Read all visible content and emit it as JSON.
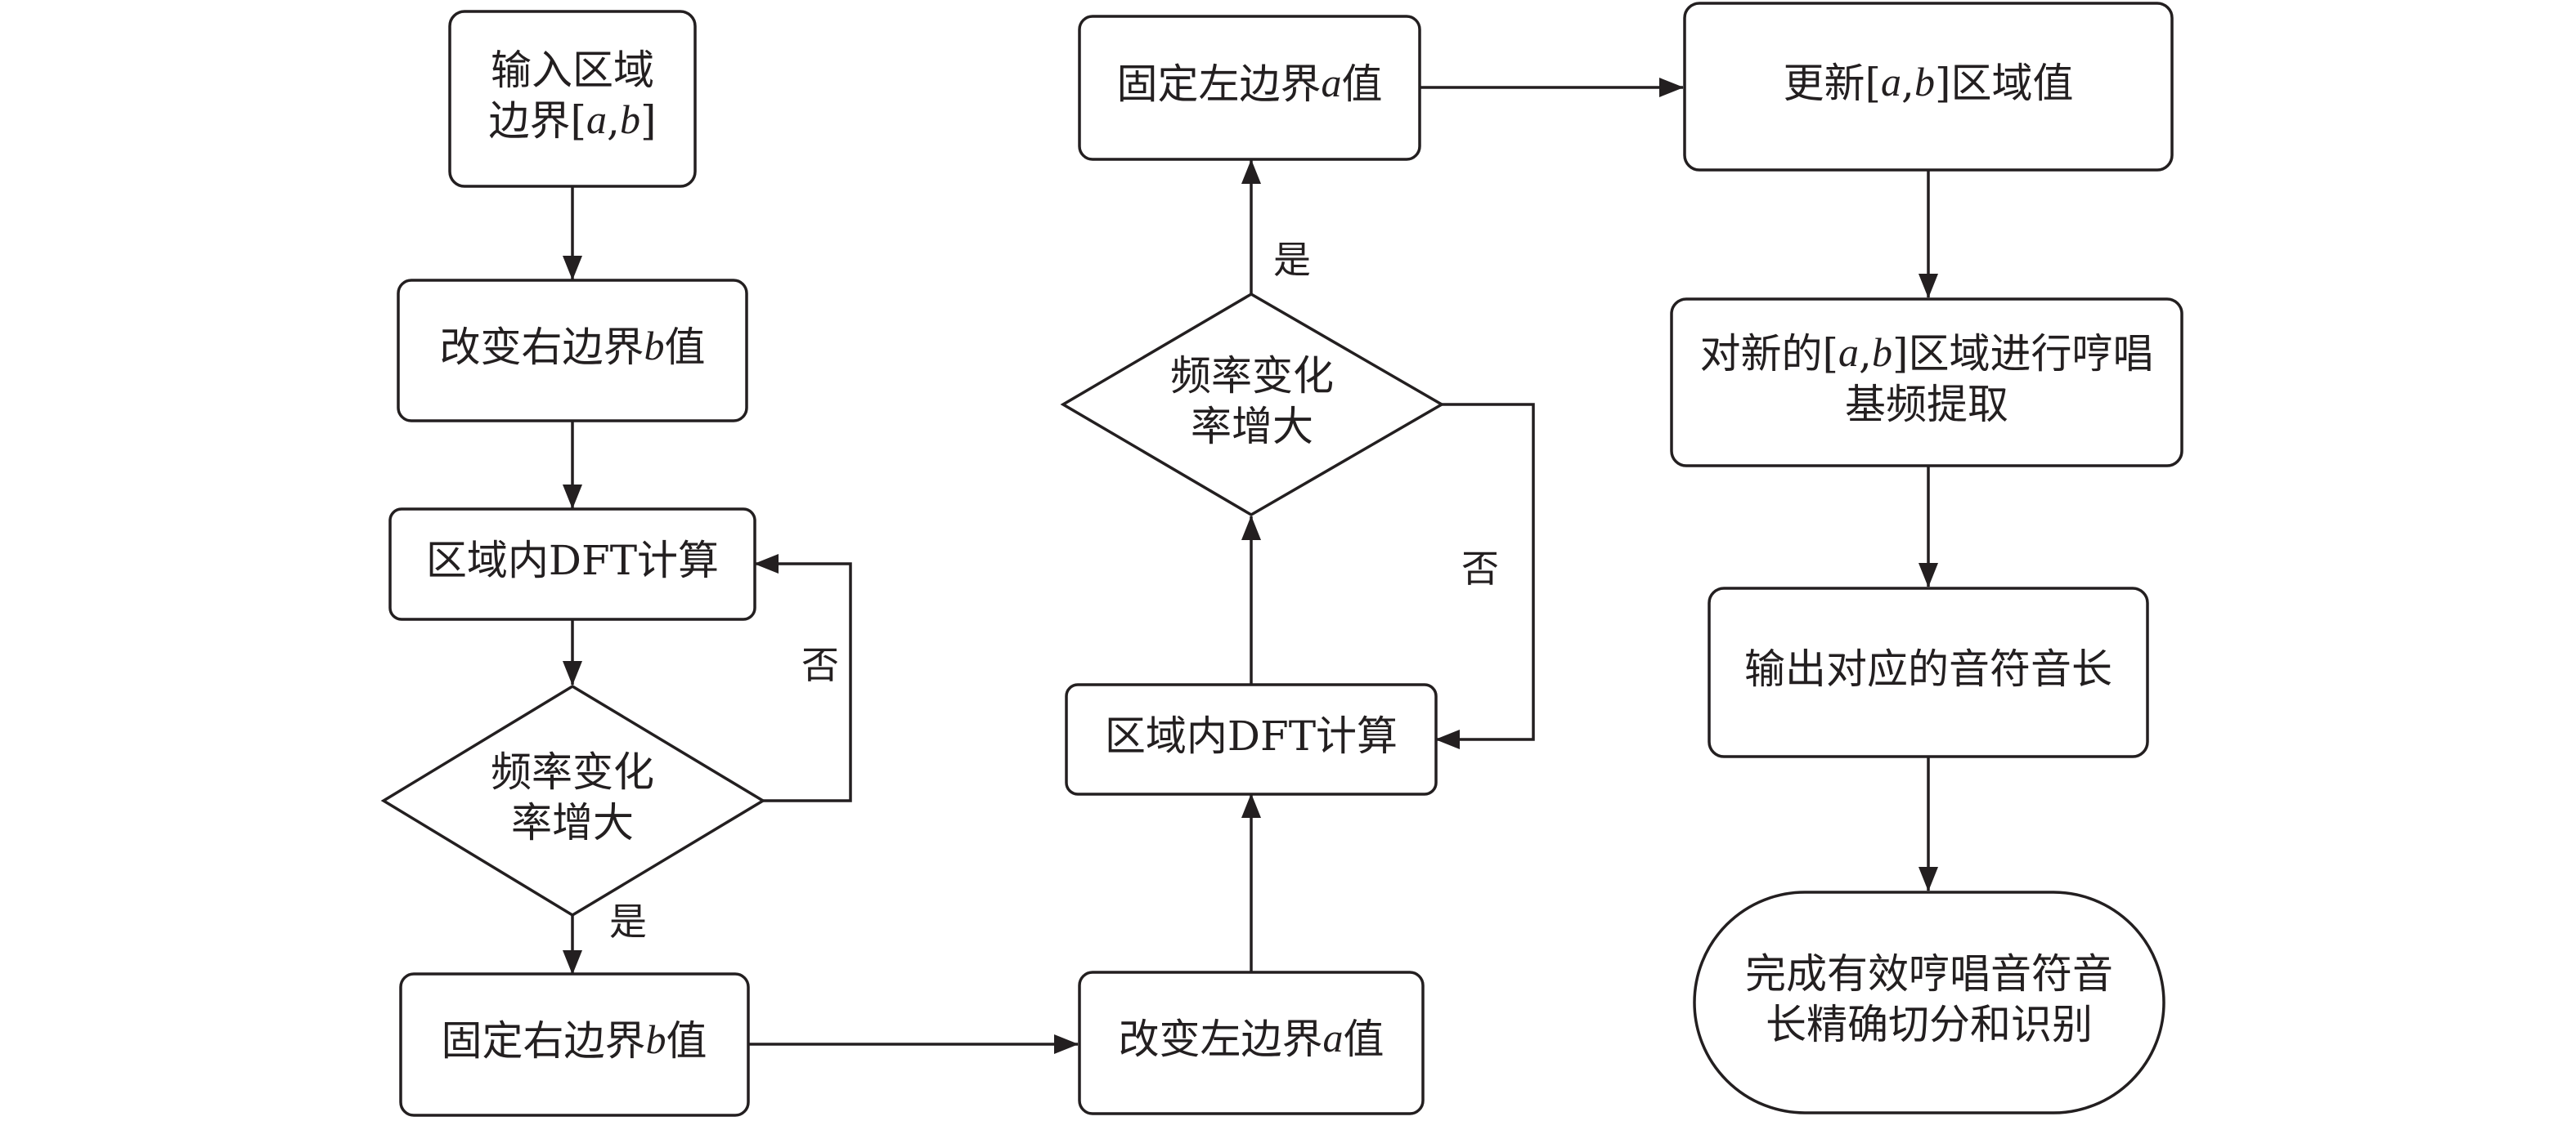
{
  "nodes": {
    "input_boundary": {
      "lines": [
        "输入区域",
        "边界[a,b]"
      ]
    },
    "change_right_b": {
      "lines": [
        "改变右边界b值"
      ]
    },
    "dft_left": {
      "lines": [
        "区域内DFT计算"
      ]
    },
    "decision_left": {
      "lines": [
        "频率变化",
        "率增大"
      ]
    },
    "fix_right_b": {
      "lines": [
        "固定右边界b值"
      ]
    },
    "change_left_a": {
      "lines": [
        "改变左边界a值"
      ]
    },
    "dft_middle": {
      "lines": [
        "区域内DFT计算"
      ]
    },
    "decision_middle": {
      "lines": [
        "频率变化",
        "率增大"
      ]
    },
    "fix_left_a": {
      "lines": [
        "固定左边界a值"
      ]
    },
    "update_region": {
      "lines": [
        "更新[a,b]区域值"
      ]
    },
    "extract_pitch": {
      "lines": [
        "对新的[a,b]区域进行哼唱",
        "基频提取"
      ]
    },
    "output_duration": {
      "lines": [
        "输出对应的音符音长"
      ]
    },
    "finish": {
      "lines": [
        "完成有效哼唱音符音",
        "长精确切分和识别"
      ]
    }
  },
  "edge_labels": {
    "left_no": "否",
    "left_yes": "是",
    "middle_yes": "是",
    "middle_no": "否"
  },
  "colors": {
    "stroke": "#231f20",
    "fill": "#ffffff",
    "text": "#231f20"
  },
  "italic_letters": [
    "a",
    "b"
  ]
}
